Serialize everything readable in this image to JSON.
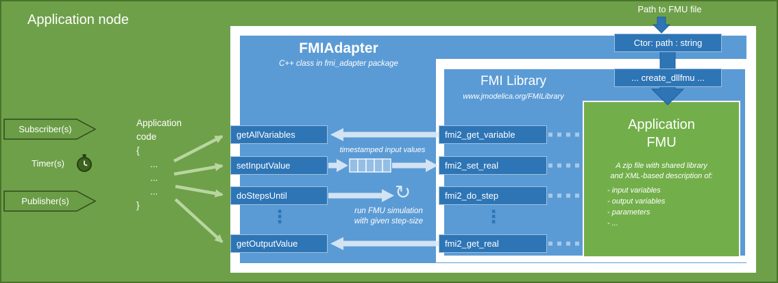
{
  "title": "Application node",
  "top_right": {
    "path_label": "Path to FMU file",
    "ctor": "Ctor: path : string",
    "create": "... create_dllfmu ..."
  },
  "left": {
    "subscriber": "Subscriber(s)",
    "timer": "Timer(s)",
    "publisher": "Publisher(s)",
    "code_lines": [
      "Application",
      "code",
      "{",
      "...",
      "...",
      "...",
      "}"
    ]
  },
  "adapter": {
    "title": "FMIAdapter",
    "subtitle": "C++ class in fmi_adapter package",
    "functions": [
      "getAllVariables",
      "setInputValue",
      "doStepsUntil",
      "getOutputValue"
    ]
  },
  "library": {
    "title": "FMI Library",
    "subtitle": "www.jmodelica.org/FMILibrary",
    "functions": [
      "fmi2_get_variable",
      "fmi2_set_real",
      "fmi2_do_step",
      "fmi2_get_real"
    ]
  },
  "fmu": {
    "title": [
      "Application",
      "FMU"
    ],
    "description": [
      "A zip file with shared library",
      "and XML-based description of:"
    ],
    "items": [
      "- input variables",
      "- output variables",
      "- parameters",
      "- ..."
    ]
  },
  "annotations": {
    "timestamped": "timestamped input values",
    "run_lines": [
      "run FMU simulation",
      "with given step-size"
    ]
  },
  "icons": {
    "refresh_icon": "↻",
    "vertical_ellipsis": "⋮"
  },
  "colors": {
    "background_green": "#6EA049",
    "border_green": "#49722B",
    "panel_blue": "#5B9BD5",
    "box_dark_blue": "#2E75B6",
    "fmu_green": "#72AF4A",
    "arrow_light_blue": "#DCE9F6",
    "arrow_green": "#B9D69F",
    "dash_blue": "#A6C9E9"
  }
}
